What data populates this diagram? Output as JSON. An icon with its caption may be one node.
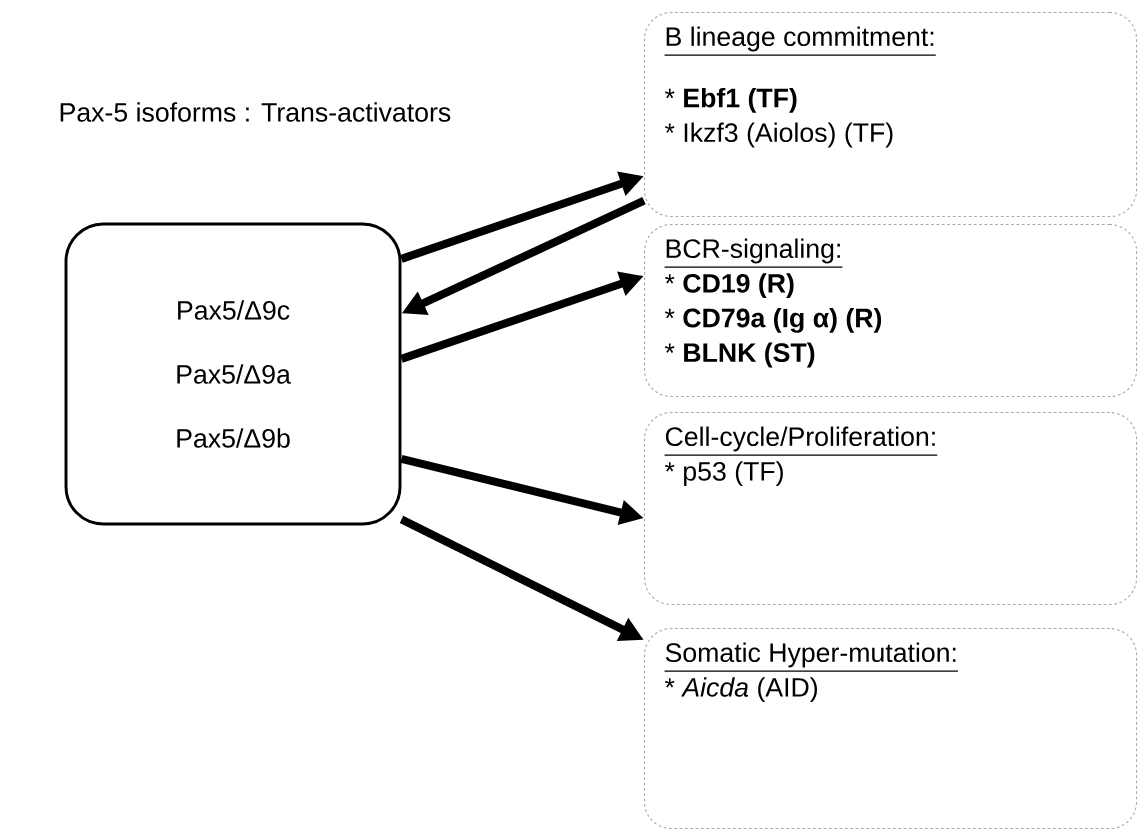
{
  "diagram": {
    "title": "Pax-5 isoforms : Trans-activators",
    "nodes": [
      {
        "text": [
          "Pax5/Δ9c",
          "Pax5/Δ9a",
          "Pax5/Δ9b"
        ]
      },
      {
        "text": [
          "B lineage commitment:",
          "* **Ebf1 (TF)**",
          "* Ikzf3 (Aiolos) (TF)"
        ]
      },
      {
        "text": [
          "BCR-signaling:",
          "* **CD19 (R)**",
          "* **CD79a (Ig α) (R)**",
          "* **BLNK (ST)**"
        ]
      },
      {
        "text": [
          "Cell-cycle/Proliferation:",
          "* p53 (TF)"
        ]
      },
      {
        "text": [
          "Somatic Hyper-mutation:",
          "* *Aicda* (AID)"
        ]
      }
    ],
    "edges": [
      {
        "from": 0,
        "to": 1,
        "arrow": "to"
      },
      {
        "from": 1,
        "to": 0,
        "arrow": "to"
      },
      {
        "from": 0,
        "to": 2,
        "arrow": "to"
      },
      {
        "from": 0,
        "to": 3,
        "arrow": "to"
      },
      {
        "from": 0,
        "to": 4,
        "arrow": "to"
      }
    ]
  }
}
